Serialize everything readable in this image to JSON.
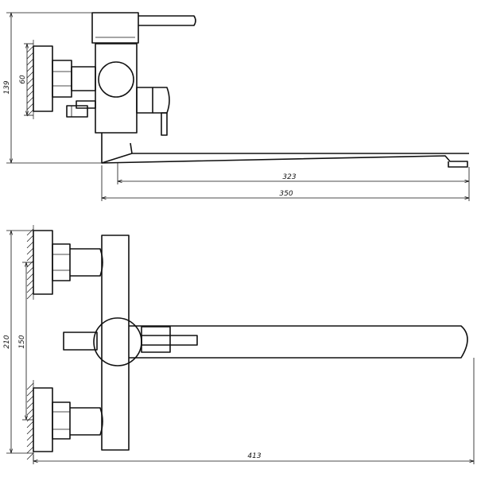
{
  "drawing": {
    "side_view": {
      "dim_total_height": "139",
      "dim_outlet_height": "60",
      "dim_spout_reach": "323",
      "dim_spout_length": "350"
    },
    "top_view": {
      "dim_total_height": "210",
      "dim_center_distance": "150",
      "dim_total_length": "413"
    }
  }
}
